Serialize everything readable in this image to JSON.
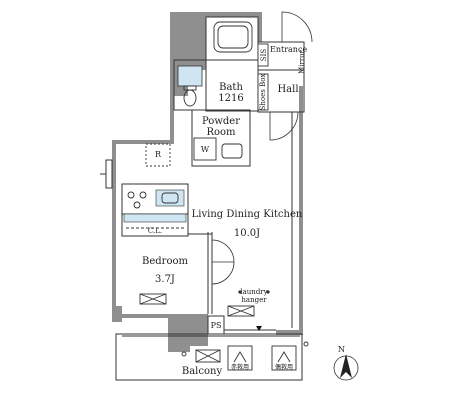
{
  "rooms": {
    "entrance": "Entrance",
    "sis": "SIS",
    "mirror": "Mirror",
    "shoes_box": "Shoes Box",
    "hall": "Hall",
    "bath": "Bath",
    "bath_size": "1216",
    "powder_room_line1": "Powder",
    "powder_room_line2": "Room",
    "washer": "W",
    "fridge": "R",
    "ldk": "Living Dining Kitchen",
    "ldk_size": "10.0J",
    "closet": "C.L.",
    "bedroom": "Bedroom",
    "bedroom_size": "3.7J",
    "laundry_line1": "laundry",
    "laundry_line2": "hanger",
    "ps": "PS",
    "balcony": "Balcony",
    "aircon_1": "赤救用",
    "aircon_2": "偶救用",
    "north": "N"
  },
  "colors": {
    "wall": "#8f8f8f",
    "wall_dark": "#7a7a7a",
    "line": "#333333",
    "water": "#cfe6f2",
    "fixture_blue": "#5aa6d6"
  }
}
